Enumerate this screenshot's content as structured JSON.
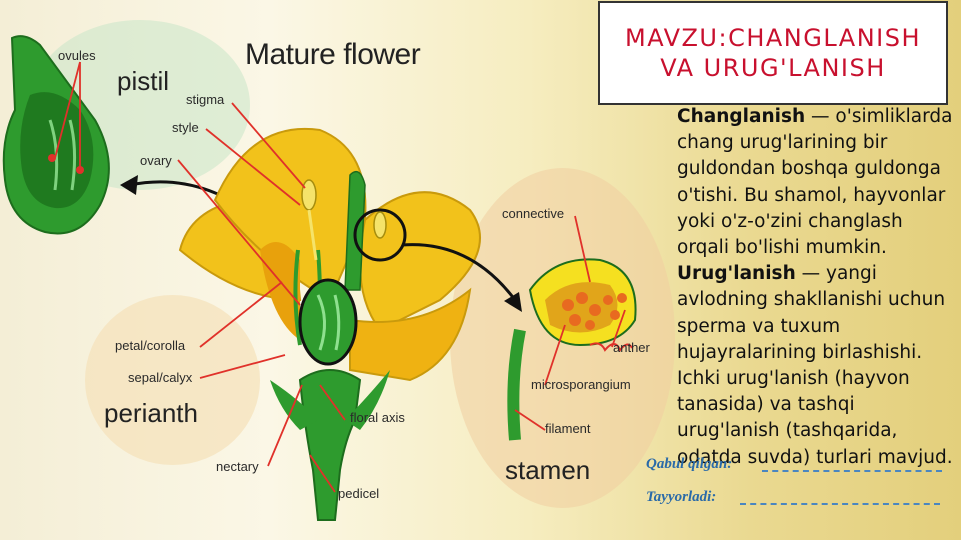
{
  "slide": {
    "title": "MAVZU:CHANGLANISH VA URUG'LANISH",
    "body": {
      "term1": "Changlanish",
      "text1": " — o'simliklarda chang urug'larining bir guldondan boshqa guldonga o'tishi. Bu shamol, hayvonlar yoki o'z-o'zini changlash orqali bo'lishi mumkin.",
      "term2": "Urug'lanish",
      "text2": " — yangi avlodning shakllanishi uchun sperma va tuxum hujayralarining birlashishi. Ichki urug'lanish (hayvon tanasida) va tashqi urug'lanish (tashqarida, odatda suvda) turlari mavjud."
    },
    "footer": {
      "accepted_label": "Qabul qilgan:",
      "prepared_label": "Tayyorladi:"
    }
  },
  "diagram": {
    "title": "Mature flower",
    "labels": {
      "pistil": "pistil",
      "ovules": "ovules",
      "stigma": "stigma",
      "style": "style",
      "ovary": "ovary",
      "petal": "petal/corolla",
      "sepal": "sepal/calyx",
      "perianth": "perianth",
      "nectary": "nectary",
      "floral_axis": "floral axis",
      "pedicel": "pedicel",
      "connective": "connective",
      "anther": "anther",
      "microsporangium": "microsporangium",
      "filament": "filament",
      "stamen": "stamen"
    }
  },
  "colors": {
    "title_red": "#c8102e",
    "petal_yellow": "#f2c21b",
    "stem_green": "#2e9b2e",
    "label_line_red": "#e0312a",
    "signature_blue": "#2a6aa8"
  }
}
